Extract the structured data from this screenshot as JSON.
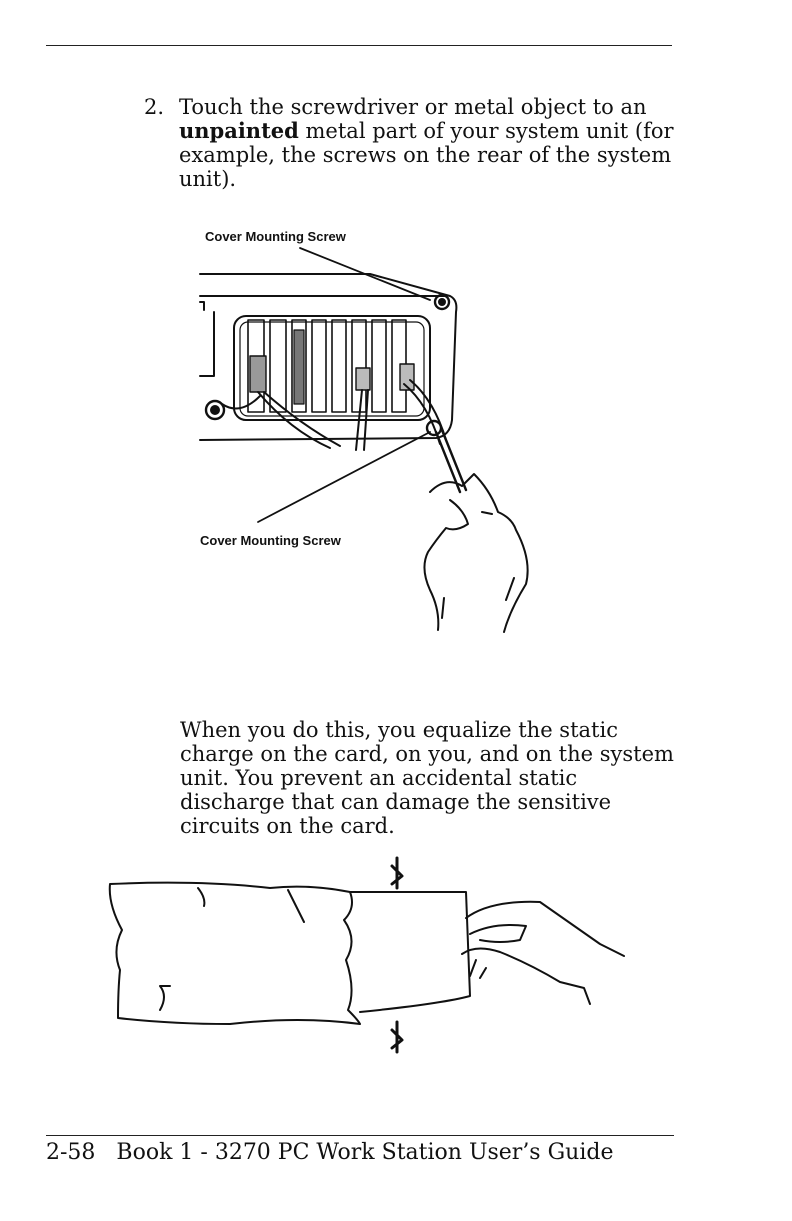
{
  "step": {
    "number": "2.",
    "text_before": "Touch the screwdriver or metal object to an",
    "emphasis": "unpainted",
    "text_after": "metal part of your system unit (for example, the screws on the rear of the system unit)."
  },
  "figure1": {
    "label_top": "Cover Mounting Screw",
    "label_bottom": "Cover Mounting Screw"
  },
  "paragraph": "When you do this, you equalize the static charge on the card, on you, and on the system unit. You prevent an accidental static discharge that can damage the sensitive circuits on the card.",
  "footer": {
    "page_number": "2-58",
    "title": "Book 1 - 3270 PC Work Station User’s Guide"
  }
}
